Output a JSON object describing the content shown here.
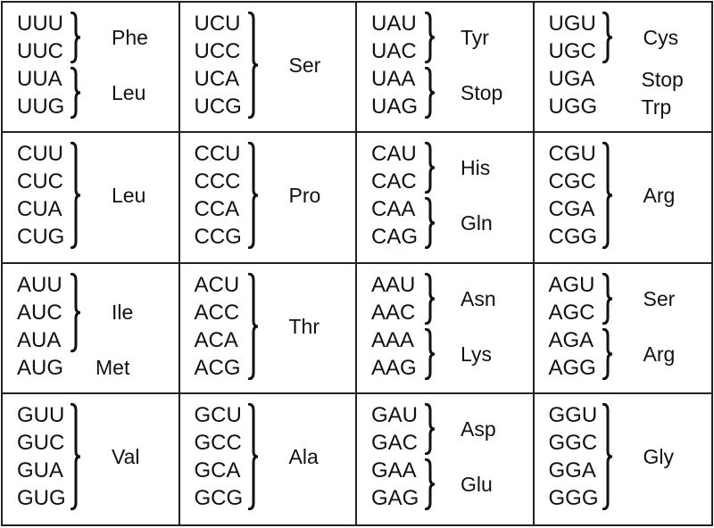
{
  "table": [
    [
      [
        {
          "codons": [
            "UUU",
            "UUC"
          ],
          "aa": "Phe"
        },
        {
          "codons": [
            "UUA",
            "UUG"
          ],
          "aa": "Leu"
        }
      ],
      [
        {
          "codons": [
            "UCU",
            "UCC",
            "UCA",
            "UCG"
          ],
          "aa": "Ser"
        }
      ],
      [
        {
          "codons": [
            "UAU",
            "UAC"
          ],
          "aa": "Tyr"
        },
        {
          "codons": [
            "UAA",
            "UAG"
          ],
          "aa": "Stop"
        }
      ],
      [
        {
          "codons": [
            "UGU",
            "UGC"
          ],
          "aa": "Cys"
        },
        {
          "codons": [
            "UGA"
          ],
          "aa": "Stop"
        },
        {
          "codons": [
            "UGG"
          ],
          "aa": "Trp"
        }
      ]
    ],
    [
      [
        {
          "codons": [
            "CUU",
            "CUC",
            "CUA",
            "CUG"
          ],
          "aa": "Leu"
        }
      ],
      [
        {
          "codons": [
            "CCU",
            "CCC",
            "CCA",
            "CCG"
          ],
          "aa": "Pro"
        }
      ],
      [
        {
          "codons": [
            "CAU",
            "CAC"
          ],
          "aa": "His"
        },
        {
          "codons": [
            "CAA",
            "CAG"
          ],
          "aa": "Gln"
        }
      ],
      [
        {
          "codons": [
            "CGU",
            "CGC",
            "CGA",
            "CGG"
          ],
          "aa": "Arg"
        }
      ]
    ],
    [
      [
        {
          "codons": [
            "AUU",
            "AUC",
            "AUA"
          ],
          "aa": "Ile"
        },
        {
          "codons": [
            "AUG"
          ],
          "aa": "Met"
        }
      ],
      [
        {
          "codons": [
            "ACU",
            "ACC",
            "ACA",
            "ACG"
          ],
          "aa": "Thr"
        }
      ],
      [
        {
          "codons": [
            "AAU",
            "AAC"
          ],
          "aa": "Asn"
        },
        {
          "codons": [
            "AAA",
            "AAG"
          ],
          "aa": "Lys"
        }
      ],
      [
        {
          "codons": [
            "AGU",
            "AGC"
          ],
          "aa": "Ser"
        },
        {
          "codons": [
            "AGA",
            "AGG"
          ],
          "aa": "Arg"
        }
      ]
    ],
    [
      [
        {
          "codons": [
            "GUU",
            "GUC",
            "GUA",
            "GUG"
          ],
          "aa": "Val"
        }
      ],
      [
        {
          "codons": [
            "GCU",
            "GCC",
            "GCA",
            "GCG"
          ],
          "aa": "Ala"
        }
      ],
      [
        {
          "codons": [
            "GAU",
            "GAC"
          ],
          "aa": "Asp"
        },
        {
          "codons": [
            "GAA",
            "GAG"
          ],
          "aa": "Glu"
        }
      ],
      [
        {
          "codons": [
            "GGU",
            "GGC",
            "GGA",
            "GGG"
          ],
          "aa": "Gly"
        }
      ]
    ]
  ]
}
